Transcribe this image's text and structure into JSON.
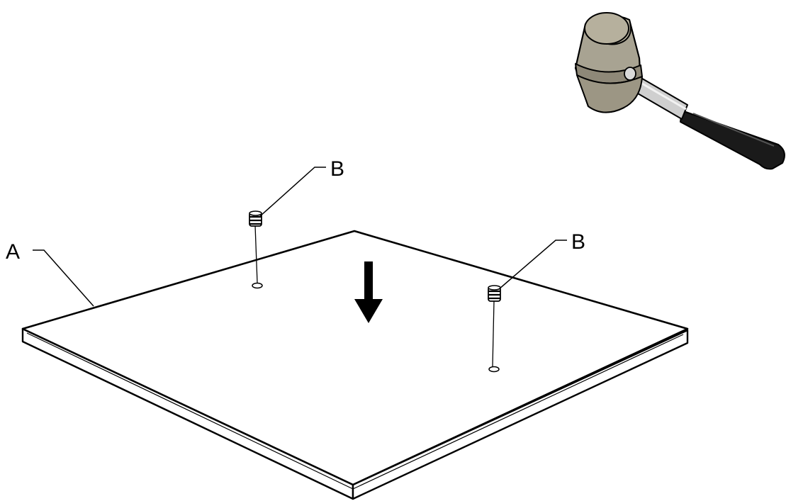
{
  "diagram": {
    "labels": {
      "panel": "A",
      "dowel_left": "B",
      "dowel_right": "B"
    },
    "colors": {
      "line": "#000000",
      "board_fill": "#ffffff",
      "arrow": "#000000",
      "mallet_head": "#b4ae9a",
      "mallet_head_shade": "#8e8878",
      "mallet_shaft": "#c9c9c9",
      "mallet_grip": "#111111"
    },
    "icons": {
      "tool": "rubber-mallet-icon",
      "direction": "arrow-down-icon",
      "fastener": "wooden-dowel-icon"
    }
  }
}
